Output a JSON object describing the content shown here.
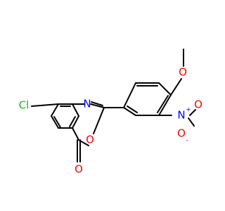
{
  "molecule": {
    "atoms": {
      "cl": "Cl",
      "n_ring": "N",
      "o_ring": "O",
      "o_carbonyl": "O",
      "o_methoxy": "O",
      "n_nitro": "N",
      "nitro_plus": "+",
      "o_nitro_top": "O",
      "o_nitro_bottom": "O",
      "nitro_minus": "-"
    },
    "colors": {
      "chlorine": "#1fb51f",
      "nitrogen": "#0000ff",
      "oxygen": "#ff0000",
      "bond": "#000000"
    }
  }
}
